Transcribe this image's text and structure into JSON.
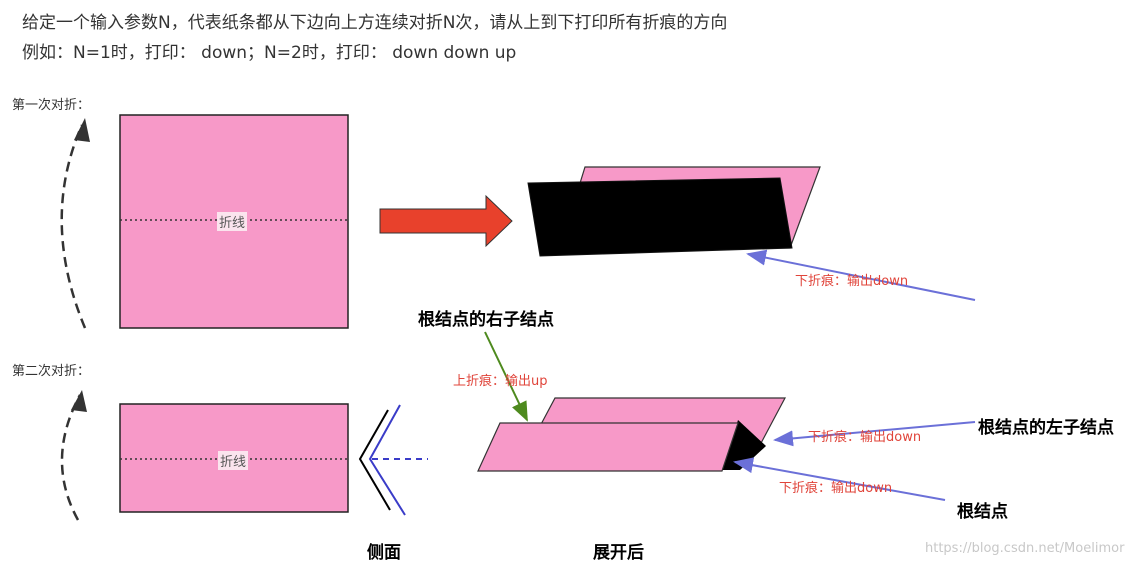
{
  "problem": {
    "line1": "给定一个输入参数N，代表纸条都从下边向上方连续对折N次，请从上到下打印所有折痕的方向",
    "line2": "例如：N=1时，打印： down；N=2时，打印： down down up"
  },
  "fold1": {
    "title": "第一次对折：",
    "crease_text": "折线"
  },
  "fold2": {
    "title": "第二次对折：",
    "crease_text": "折线"
  },
  "annotations": {
    "down_crease_1": "下折痕：输出down",
    "up_crease": "上折痕：输出up",
    "down_crease_2": "下折痕：输出down",
    "down_crease_3": "下折痕：输出down",
    "right_child": "根结点的右子结点",
    "left_child": "根结点的左子结点",
    "root": "根结点",
    "side_view": "侧面",
    "unfolded": "展开后"
  },
  "watermark": "https://blog.csdn.net/Moelimor",
  "colors": {
    "paper": "#f799c8",
    "black_paper": "#000000",
    "arrow_red": "#e8412c",
    "pointer_blue": "#6b70d8",
    "pointer_green": "#4e8a1e",
    "label_red": "#e0443a"
  }
}
